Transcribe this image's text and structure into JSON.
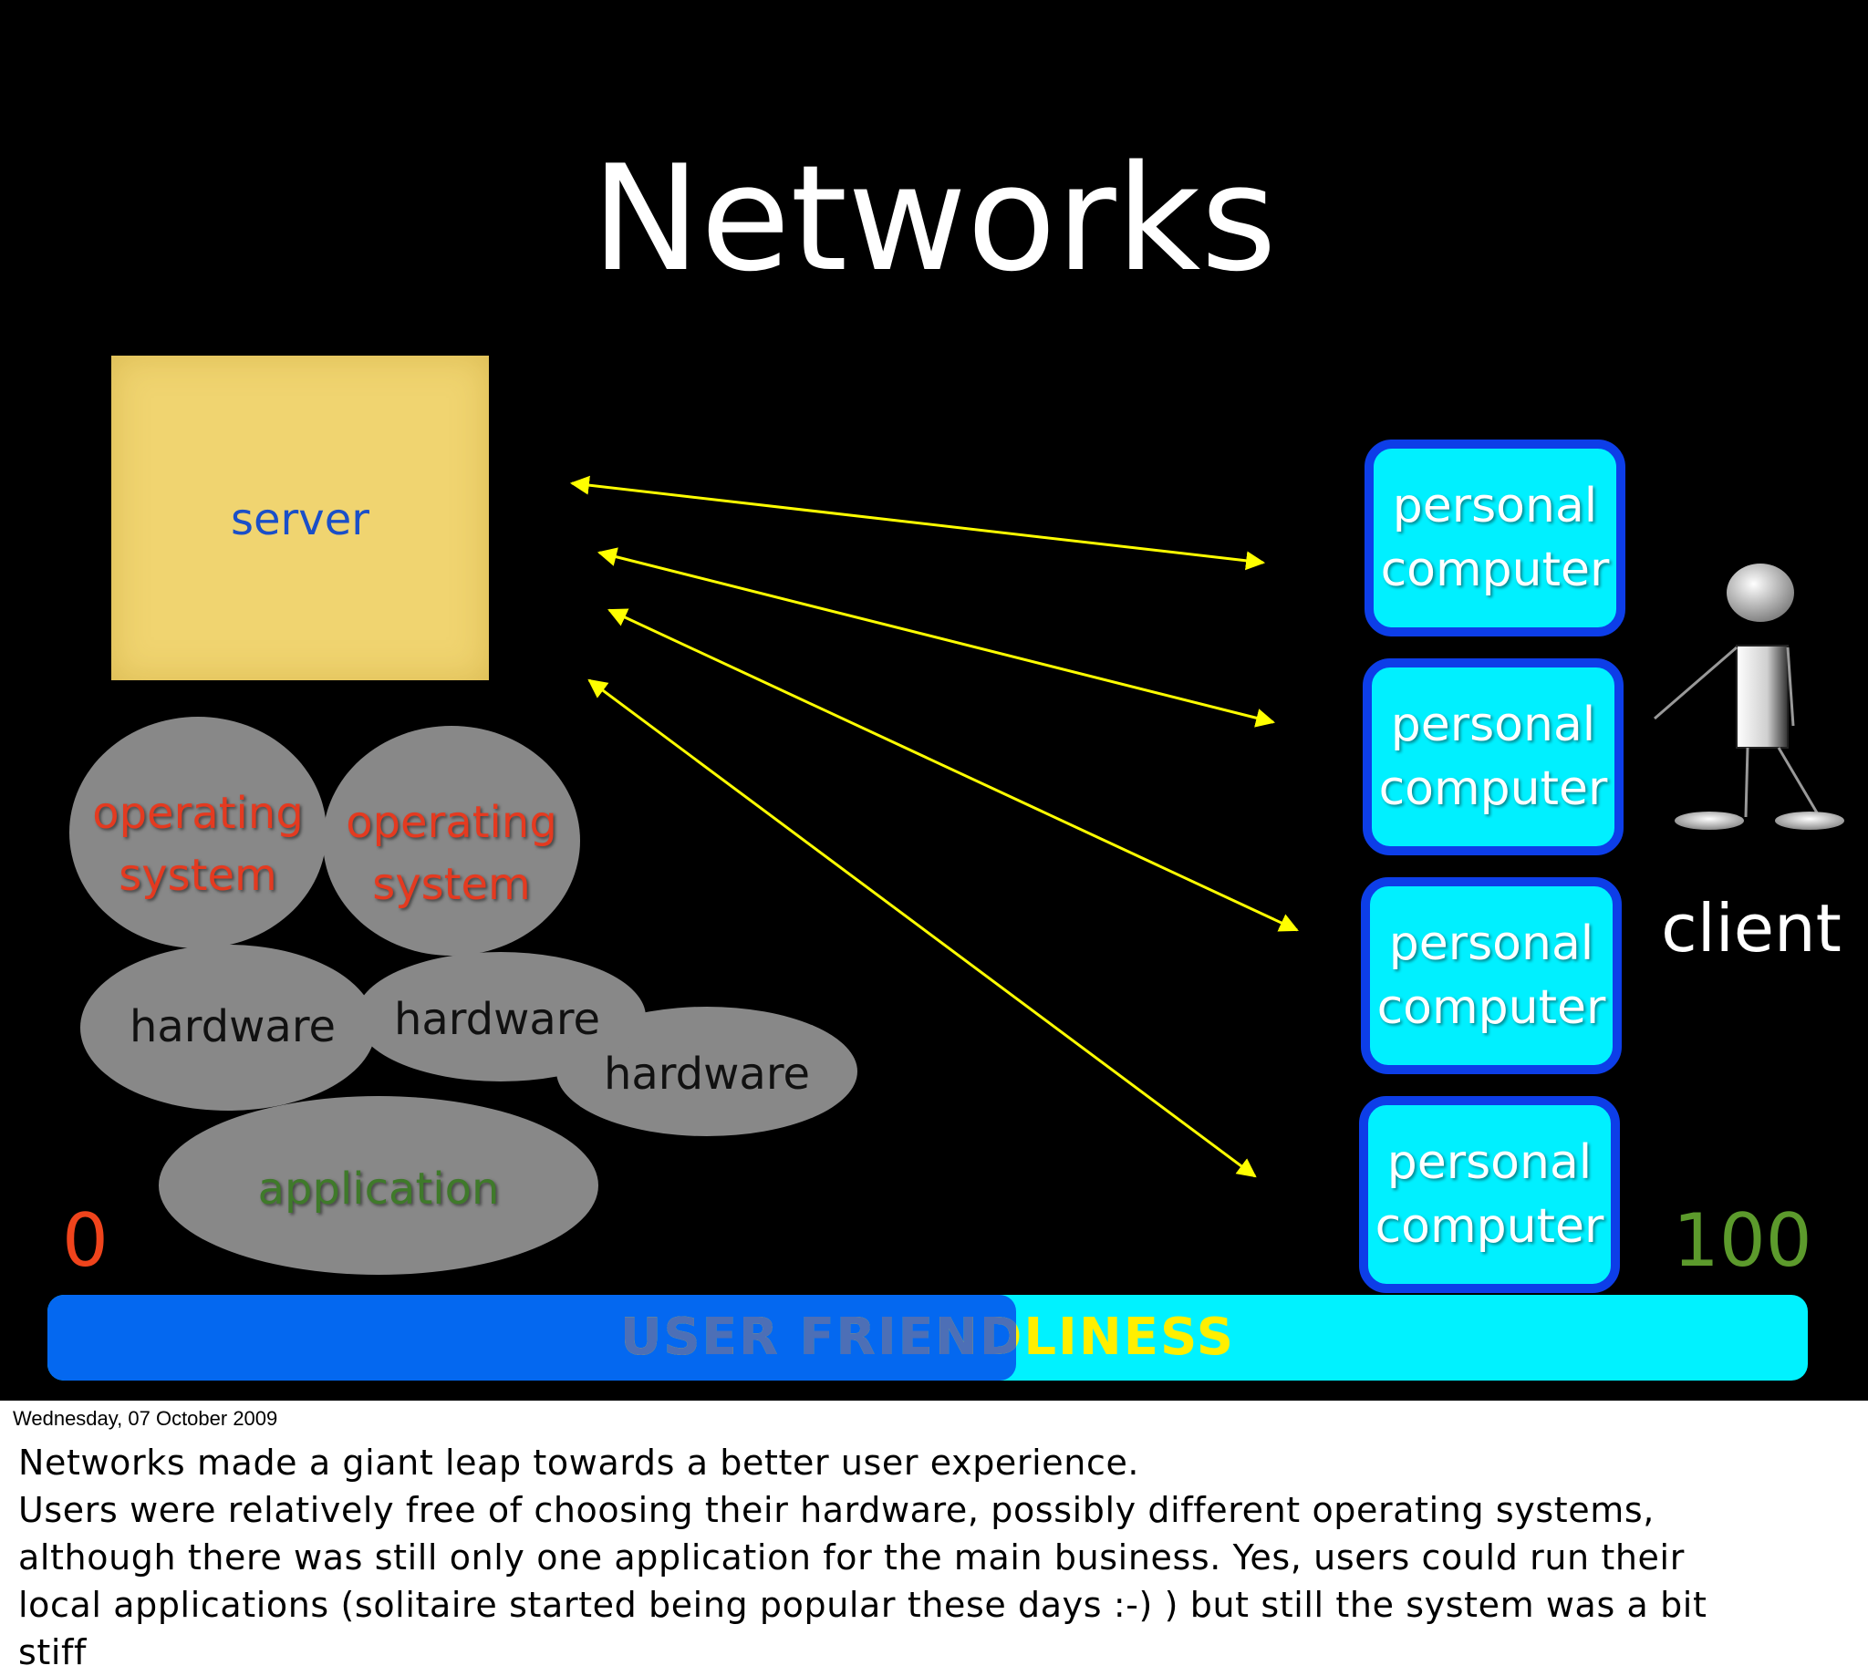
{
  "slide": {
    "title": "Networks",
    "server_label": "server",
    "stack": {
      "operating_system_1": [
        "operating",
        "system"
      ],
      "operating_system_2": [
        "operating",
        "system"
      ],
      "hardware_1": "hardware",
      "hardware_2": "hardware",
      "hardware_3": "hardware",
      "application": "application"
    },
    "personal_computers": [
      [
        "personal",
        "computer"
      ],
      [
        "personal",
        "computer"
      ],
      [
        "personal",
        "computer"
      ],
      [
        "personal",
        "computer"
      ]
    ],
    "client_label": "client",
    "scale": {
      "min_label": "0",
      "max_label": "100",
      "bar_label": "USER FRIENDLINESS",
      "level_fraction": 0.55
    },
    "colors": {
      "background": "#000000",
      "server": "#f0d470",
      "computer_fill": "#00f0ff",
      "computer_border": "#0d3ee8",
      "arrow": "#ffff00",
      "bar_track": "#00f2ff",
      "bar_fill": "#0468f0"
    },
    "icon": "stick-figure-person-icon"
  },
  "footer": {
    "date": "Wednesday, 07 October 2009",
    "notes": [
      "Networks made a giant leap towards a better user experience.",
      "Users were relatively free of choosing their hardware, possibly different operating systems,",
      "although there was still only one application for the main business. Yes, users could run their",
      "local applications (solitaire started being popular these days :-) ) but still the system was a bit",
      "stiff"
    ]
  }
}
